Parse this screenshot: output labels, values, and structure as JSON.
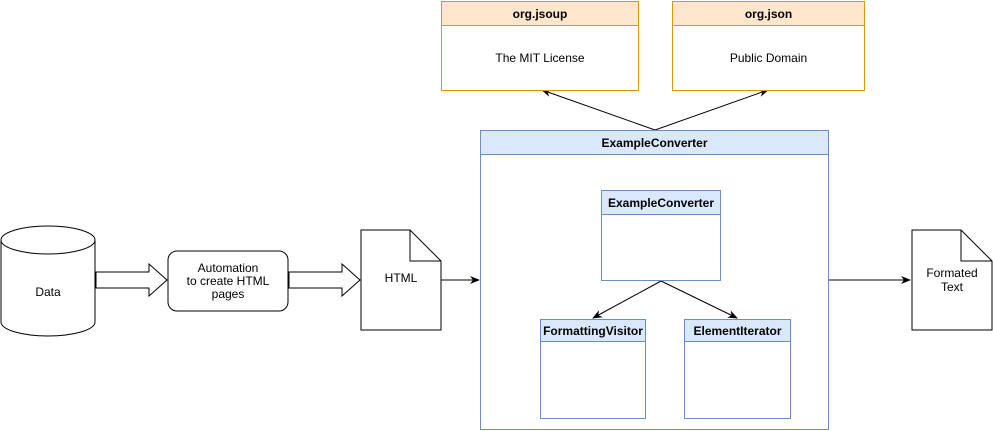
{
  "libraries": {
    "jsoup": {
      "title": "org.jsoup",
      "license": "The MIT License"
    },
    "json": {
      "title": "org.json",
      "license": "Public Domain"
    }
  },
  "converter": {
    "outer_title": "ExampleConverter",
    "inner_title": "ExampleConverter",
    "visitor_title": "FormattingVisitor",
    "iterator_title": "ElementIterator"
  },
  "flow": {
    "data_label": "Data",
    "automation_label": "Automation\nto create HTML\npages",
    "html_label": "HTML",
    "output_label": "Formated\nText"
  },
  "colors": {
    "orange_fill": "#ffe6cc",
    "orange_stroke": "#d79b00",
    "blue_fill": "#dae8fc",
    "blue_stroke": "#6c8ebf"
  }
}
